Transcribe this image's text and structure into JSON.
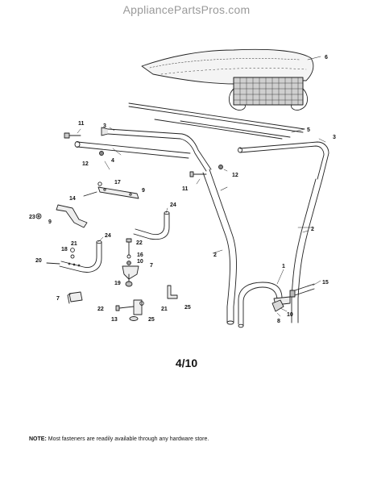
{
  "watermark": "AppliancePartsPros.com",
  "page_number": "4/10",
  "note": {
    "label": "NOTE:",
    "text": "Most fasteners are readily available through any hardware store."
  },
  "callouts": {
    "canopy": "6",
    "brace": "5",
    "end_cap_left": "3",
    "end_cap_right": "3",
    "bolt_top": "11",
    "bolt_mid": "11",
    "nut_top": "12",
    "nut_mid": "12",
    "top_frame": "4",
    "left_upright": "2",
    "right_upright": "2",
    "u_bracket": "1",
    "bolt_right": "15",
    "nut_right": "10",
    "knob": "8",
    "bracket_top": "9",
    "bracket_left": "9",
    "screw_14": "14",
    "washer_17": "17",
    "washer_23": "23",
    "tube_right": "24",
    "tube_left": "24",
    "bolt_22_top": "22",
    "bolt_22_bottom": "22",
    "lockwasher_16": "16",
    "nut_10": "10",
    "clamp_7_right": "7",
    "clamp_7_left": "7",
    "knob_19": "19",
    "washer_18": "18",
    "washer_21_left": "21",
    "washer_21_bottom": "21",
    "bolt_20": "20",
    "clip_25_right": "25",
    "clip_25_bottom": "25",
    "spacer_13": "13"
  }
}
